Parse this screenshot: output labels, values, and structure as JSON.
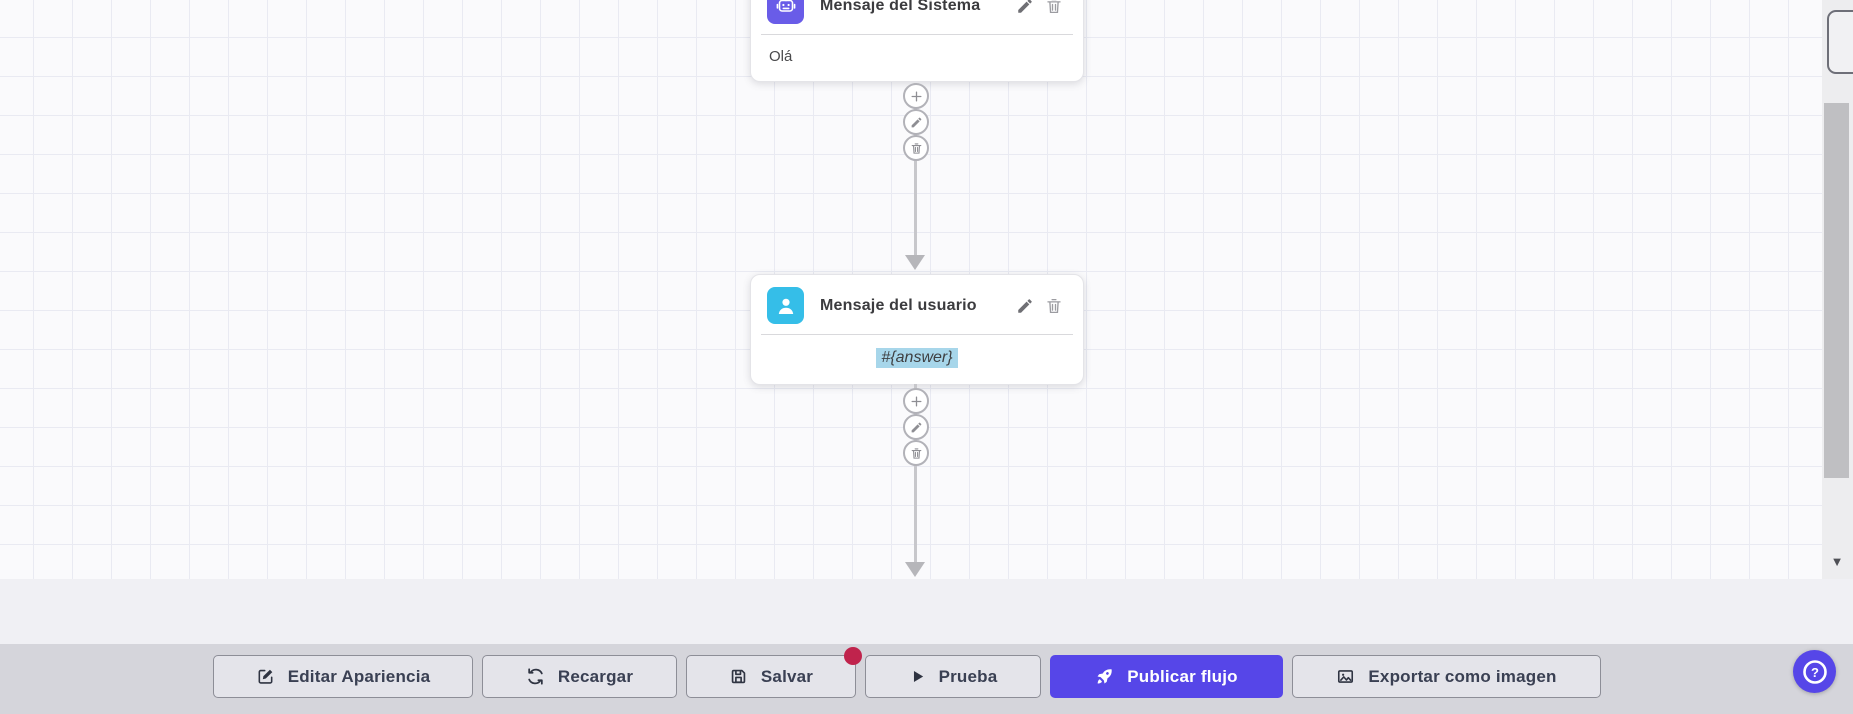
{
  "nodes": [
    {
      "title": "Mensaje del Sistema",
      "body": "Olá",
      "icon": "robot-icon"
    },
    {
      "title": "Mensaje del usuario",
      "body": "#{answer}",
      "icon": "user-icon"
    }
  ],
  "toolbar": {
    "buttons": [
      {
        "label": "Editar Apariencia",
        "icon": "edit-square-icon"
      },
      {
        "label": "Recargar",
        "icon": "refresh-icon"
      },
      {
        "label": "Salvar",
        "icon": "save-icon",
        "unsaved_badge": true
      },
      {
        "label": "Prueba",
        "icon": "play-icon"
      },
      {
        "label": "Publicar flujo",
        "icon": "rocket-icon",
        "primary": true
      },
      {
        "label": "Exportar como imagen",
        "icon": "image-icon"
      }
    ],
    "help_icon": "help-question-icon"
  },
  "scrollbar": {
    "down_arrow": "▼"
  },
  "colors": {
    "accent": "#5646e8",
    "system_node_icon": "#695ce8",
    "user_node_icon": "#35bee8",
    "answer_chip_bg": "#a7d6ea",
    "unsaved_badge": "#c0234c",
    "toolbar_bg": "#d5d5db",
    "canvas_bg": "#fafafc",
    "grid_line": "#e9eaf2"
  }
}
